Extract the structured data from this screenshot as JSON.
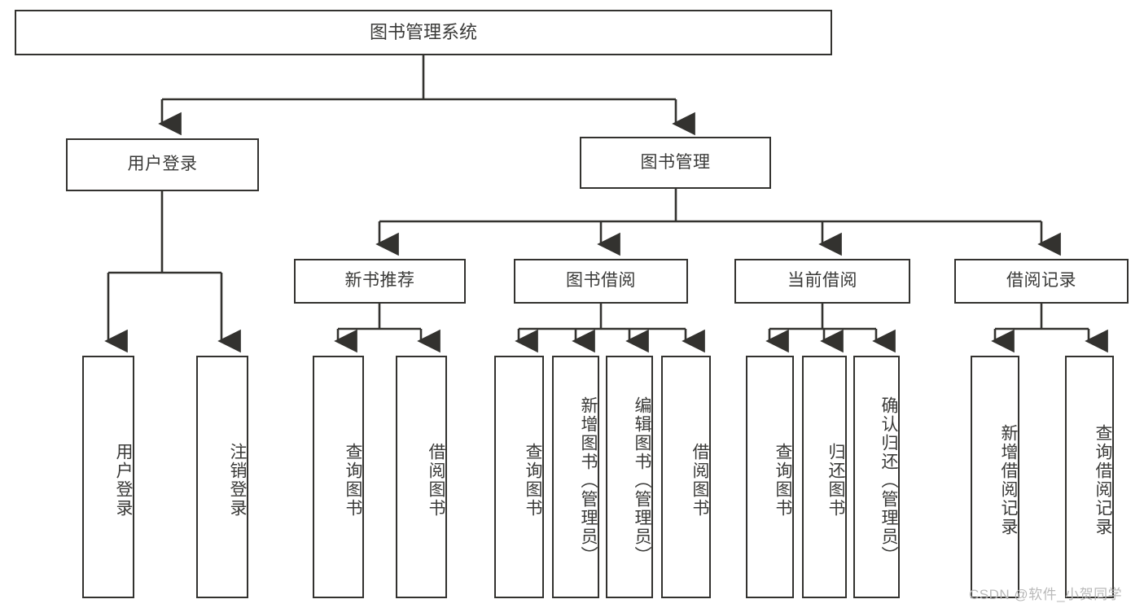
{
  "diagram": {
    "title_text": "图书管理系统",
    "line_color": "#33322f",
    "text_color": "#3a3a38",
    "background": "#ffffff",
    "watermark": "CSDN @软件_小贺同学",
    "levels": {
      "root": "图书管理系统",
      "level1": [
        "用户登录",
        "图书管理"
      ],
      "level2": [
        "新书推荐",
        "图书借阅",
        "当前借阅",
        "借阅记录"
      ]
    },
    "nodes": {
      "root": {
        "label": "图书管理系统"
      },
      "user_login": {
        "label": "用户登录"
      },
      "book_manage": {
        "label": "图书管理"
      },
      "new_book_rec": {
        "label": "新书推荐"
      },
      "book_borrow": {
        "label": "图书借阅"
      },
      "current_borrow": {
        "label": "当前借阅"
      },
      "borrow_record": {
        "label": "借阅记录"
      },
      "leaf_user_login": {
        "label": "用户登录"
      },
      "leaf_logout": {
        "label": "注销登录"
      },
      "leaf_query_book_1": {
        "label": "查询图书"
      },
      "leaf_borrow_book_1": {
        "label": "借阅图书"
      },
      "leaf_query_book_2": {
        "label": "查询图书"
      },
      "leaf_add_book": {
        "label": "新增图书（管理员）"
      },
      "leaf_edit_book": {
        "label": "编辑图书（管理员）"
      },
      "leaf_borrow_book_2": {
        "label": "借阅图书"
      },
      "leaf_query_book_3": {
        "label": "查询图书"
      },
      "leaf_return_book": {
        "label": "归还图书"
      },
      "leaf_confirm_return": {
        "label": "确认归还（管理员）"
      },
      "leaf_add_record": {
        "label": "新增借阅记录"
      },
      "leaf_query_record": {
        "label": "查询借阅记录"
      }
    }
  }
}
